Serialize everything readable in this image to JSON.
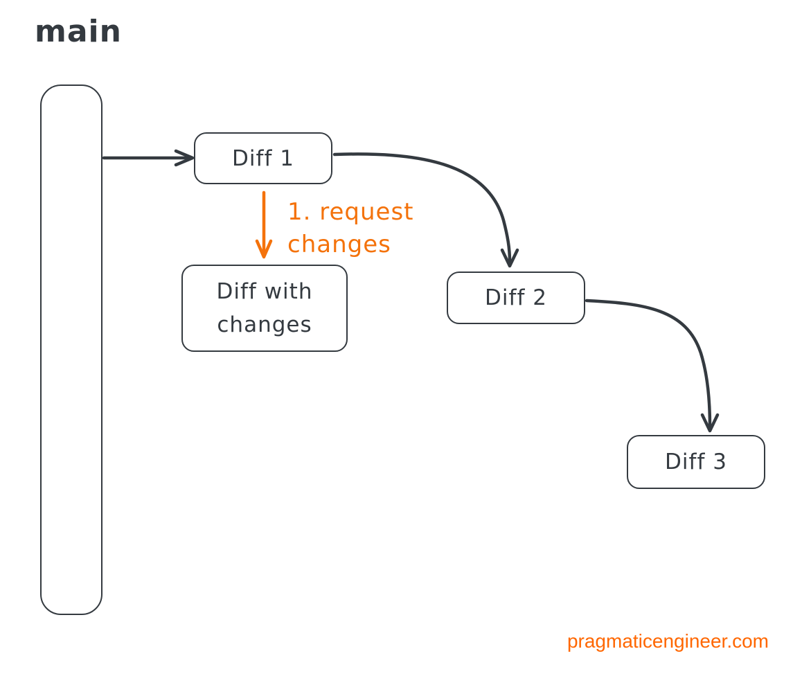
{
  "diagram": {
    "branch_label": "main",
    "nodes": {
      "diff1": {
        "label": "Diff 1"
      },
      "diff_with_changes": {
        "line1": "Diff with",
        "line2": "changes"
      },
      "diff2": {
        "label": "Diff 2"
      },
      "diff3": {
        "label": "Diff 3"
      }
    },
    "annotation": {
      "line1": "1. request",
      "line2": "changes"
    },
    "edges": [
      {
        "from": "main",
        "to": "diff1",
        "color": "dark"
      },
      {
        "from": "diff1",
        "to": "diff2",
        "color": "dark"
      },
      {
        "from": "diff2",
        "to": "diff3",
        "color": "dark"
      },
      {
        "from": "diff1",
        "to": "diff_with_changes",
        "color": "orange",
        "label": "1. request changes"
      }
    ]
  },
  "footer": {
    "credit": "pragmaticengineer.com"
  },
  "colors": {
    "ink": "#343a40",
    "orange": "#f4720b",
    "footer-orange": "#ff6701",
    "bg": "#ffffff"
  }
}
